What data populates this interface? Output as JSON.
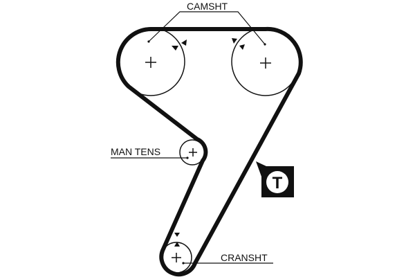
{
  "labels": {
    "camshaft": "CAMSHT",
    "manual_tensioner": "MAN TENS",
    "crankshaft": "CRANSHT",
    "tensioner_badge": "T"
  },
  "colors": {
    "line": "#111111",
    "background": "#ffffff"
  }
}
